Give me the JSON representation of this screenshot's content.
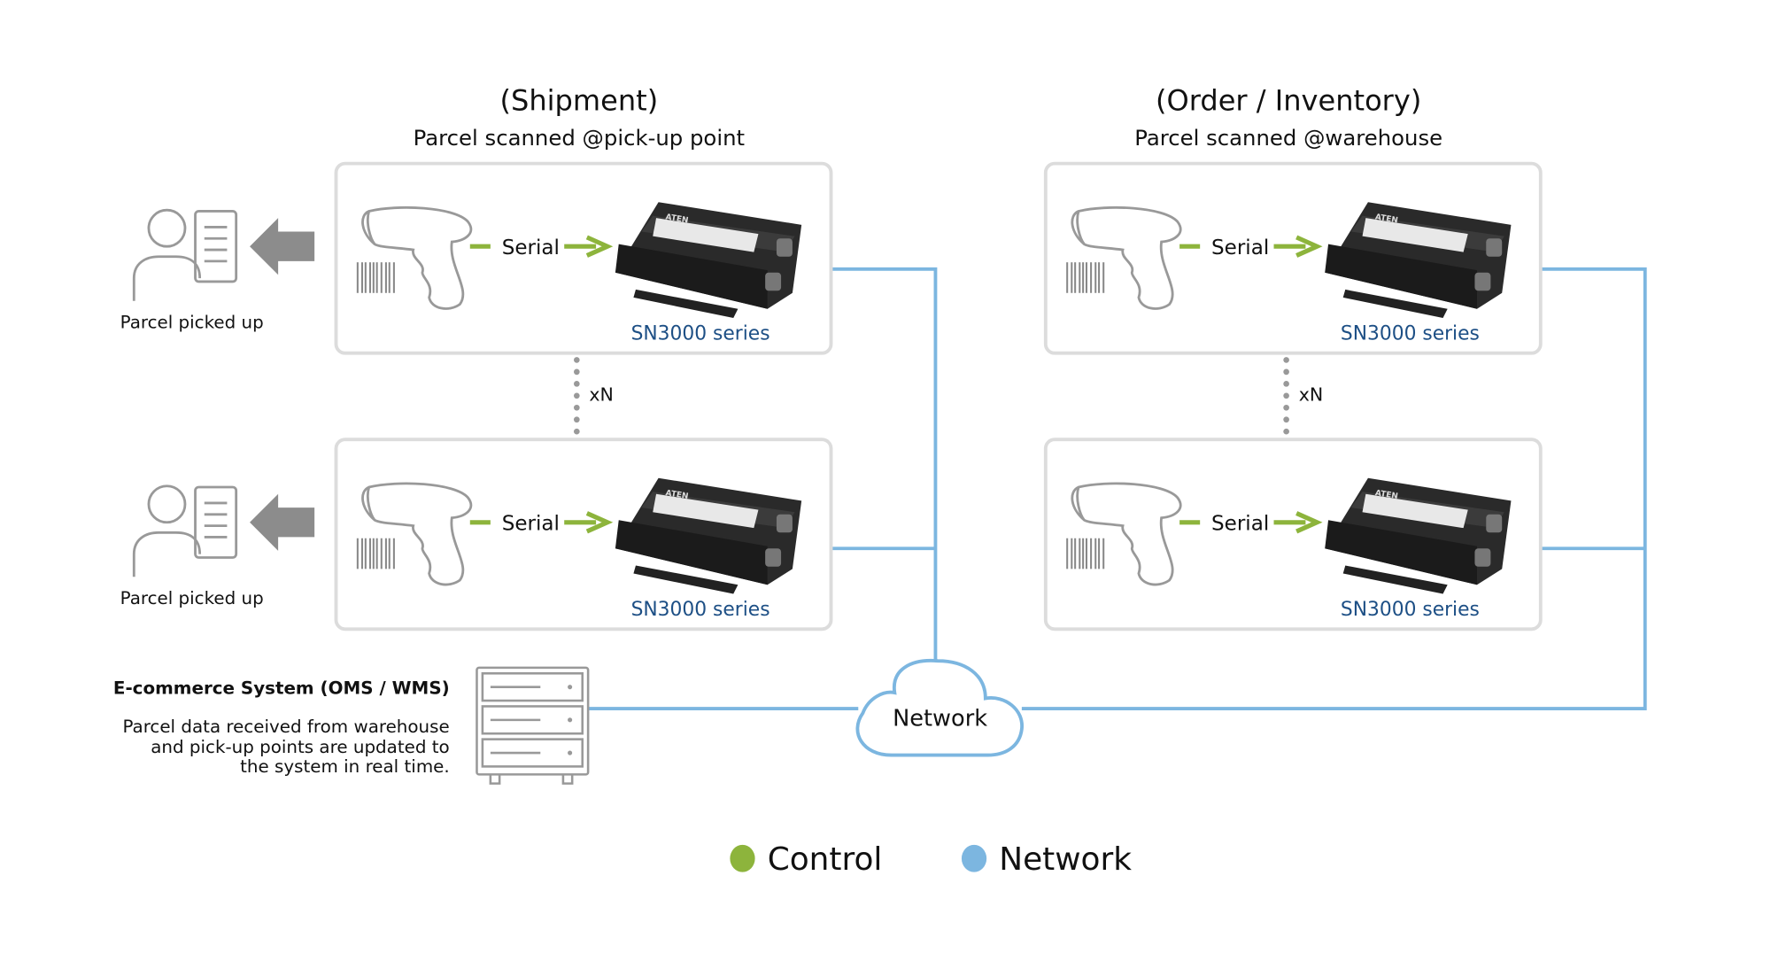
{
  "colors": {
    "control": "#8db43c",
    "network": "#7cb6e0",
    "series_text": "#1d4f85",
    "box_border": "#dcdcdc",
    "arrow_gray": "#8c8c8c"
  },
  "groups": [
    {
      "title": "(Shipment)",
      "subtitle": "Parcel scanned @pick-up point",
      "multiplier": "xN",
      "units": [
        {
          "link_label": "Serial",
          "device_label": "SN3000 series",
          "user_label": "Parcel picked up"
        },
        {
          "link_label": "Serial",
          "device_label": "SN3000 series",
          "user_label": "Parcel picked up"
        }
      ]
    },
    {
      "title": "(Order / Inventory)",
      "subtitle": "Parcel scanned @warehouse",
      "multiplier": "xN",
      "units": [
        {
          "link_label": "Serial",
          "device_label": "SN3000 series"
        },
        {
          "link_label": "Serial",
          "device_label": "SN3000 series"
        }
      ]
    }
  ],
  "device_brand": "ATEN",
  "cloud_label": "Network",
  "system": {
    "title": "E-commerce System (OMS / WMS)",
    "desc_lines": [
      "Parcel data received from warehouse",
      "and pick-up points are updated to",
      "the system in real time."
    ]
  },
  "legend": [
    {
      "label": "Control",
      "color": "#8db43c"
    },
    {
      "label": "Network",
      "color": "#7cb6e0"
    }
  ]
}
